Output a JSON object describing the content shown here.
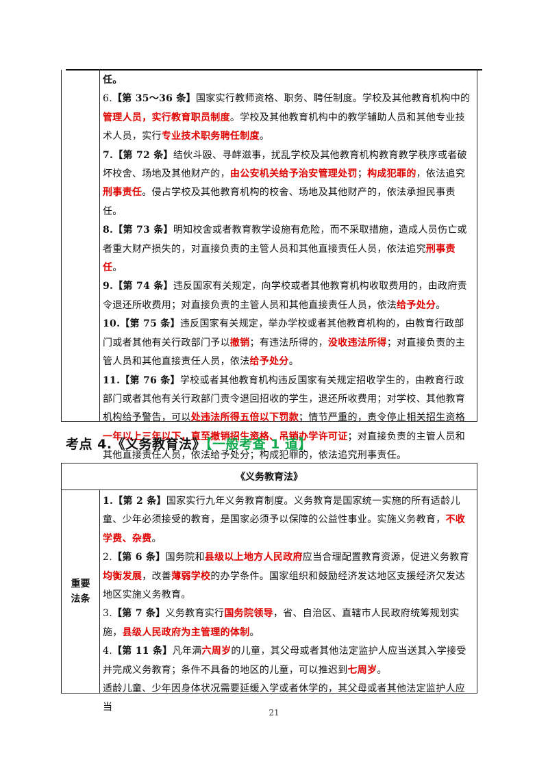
{
  "top_table": {
    "paragraphs": [
      [
        [
          "任。",
          "b"
        ]
      ],
      [
        [
          "6.",
          ""
        ],
        [
          "【第 35～36 条】",
          "b"
        ],
        [
          "国家实行教师资格、职务、聘任制度。学校及其他教育机构中的",
          ""
        ],
        [
          "管理人员，实行教育职员制度",
          "r"
        ],
        [
          "。学校及其他教育机构中的教学辅助人员和其他专业技术人员，实行",
          ""
        ],
        [
          "专业技术职务聘任制度",
          "r"
        ],
        [
          "。",
          ""
        ]
      ],
      [
        [
          "7.【第 72 条】",
          "b"
        ],
        [
          "结伙斗殴、寻衅滋事，扰乱学校及其他教育机构教育教学秩序或者破坏校舍、场地及其他财产的，",
          ""
        ],
        [
          "由公安机关给予治安管理处罚",
          "r"
        ],
        [
          "；",
          ""
        ],
        [
          "构成犯罪的",
          "r"
        ],
        [
          "，依法追究",
          ""
        ],
        [
          "刑事责任",
          "r"
        ],
        [
          "。侵占学校及其他教育机构的校舍、场地及其他财产的，依法承担民事责任。",
          ""
        ]
      ],
      [
        [
          "8.【第 73 条】",
          "b"
        ],
        [
          "明知校舍或者教育教学设施有危险，而不采取措施，造成人员伤亡或者重大财产损失的，对直接负责的主管人员和其他直接责任人员，依法追究",
          ""
        ],
        [
          "刑事责任",
          "r"
        ],
        [
          "。",
          ""
        ]
      ],
      [
        [
          "9.【第 74 条】",
          "b"
        ],
        [
          "违反国家有关规定，向学校或者其他教育机构收取费用的，由政府责令退还所收费用；对直接负责的主管人员和其他直接责任人员，依法",
          ""
        ],
        [
          "给予处分",
          "r"
        ],
        [
          "。",
          ""
        ]
      ],
      [
        [
          "10.【第 75 条】",
          "b"
        ],
        [
          "违反国家有关规定，举办学校或者其他教育机构的，由教育行政部门或者其他有关行政部门予以",
          ""
        ],
        [
          "撤销",
          "r"
        ],
        [
          "；有违法所得的，",
          ""
        ],
        [
          "没收违法所得",
          "r"
        ],
        [
          "；对直接负责的主管人员和其他直接责任人员，依法",
          ""
        ],
        [
          "给予处分",
          "r"
        ],
        [
          "。",
          ""
        ]
      ],
      [
        [
          "11.【第 76 条】",
          "b"
        ],
        [
          "学校或者其他教育机构违反国家有关规定招收学生的，由教育行政部门或者其他有关行政部门责令退回招收的学生，退还所收费用；对学校、其他教育机构给予警告，可以",
          ""
        ],
        [
          "处违法所得五倍以下罚款",
          "r"
        ],
        [
          "；情节严重的，责令停止相关招生资格",
          ""
        ],
        [
          "一年以上三年以下，直至撤销招生资格、吊销办学许可证",
          "r"
        ],
        [
          "；对直接负责的主管人员和其他直接责任人员，依法给予处分；构成犯罪的，依法追究刑事责任。",
          ""
        ]
      ]
    ]
  },
  "section": {
    "heading_prefix": "考点 4.《义务教育法》",
    "heading_tag": "【一般考查 1 道】"
  },
  "bottom_table": {
    "header": "《义务教育法》",
    "left_label_1": "重要",
    "left_label_2": "法条",
    "paragraphs": [
      [
        [
          "1.【第 2 条】",
          "b"
        ],
        [
          "国家实行九年义务教育制度。义务教育是国家统一实施的所有适龄儿童、少年必须接受的教育，是国家必须予以保障的公益性事业。实施义务教育，",
          ""
        ],
        [
          "不收学费、杂费",
          "r"
        ],
        [
          "。",
          ""
        ]
      ],
      [
        [
          "2.",
          ""
        ],
        [
          "【第 6 条】",
          "b"
        ],
        [
          "国务院和",
          ""
        ],
        [
          "县级以上地方人民政府",
          "r"
        ],
        [
          "应当合理配置教育资源，促进义务教育",
          ""
        ],
        [
          "均衡发展",
          "r"
        ],
        [
          "，改善",
          ""
        ],
        [
          "薄弱学校",
          "r"
        ],
        [
          "的办学条件。国家组织和鼓励经济发达地区支援经济欠发达地区实施义务教育。",
          ""
        ]
      ],
      [
        [
          "3.",
          ""
        ],
        [
          "【第 7 条】",
          "b"
        ],
        [
          "义务教育实行",
          ""
        ],
        [
          "国务院领导",
          "r"
        ],
        [
          "，省、自治区、直辖市人民政府统筹规划实施，",
          ""
        ],
        [
          "县级人民政府为主管理的体制",
          "r"
        ],
        [
          "。",
          ""
        ]
      ],
      [
        [
          "4.",
          ""
        ],
        [
          "【第 11 条】",
          "b"
        ],
        [
          "凡年满",
          ""
        ],
        [
          "六周岁",
          "r"
        ],
        [
          "的儿童，其父母或者其他法定监护人应当送其入学接受并完成义务教育；条件不具备的地区的儿童，可以推迟到",
          ""
        ],
        [
          "七周岁",
          "r"
        ],
        [
          "。",
          ""
        ]
      ],
      [
        [
          "适龄儿童、少年因身体状况需要延缓入学或者休学的，其父母或者其他法定监护人应当",
          ""
        ]
      ]
    ]
  },
  "footer": {
    "page_number": "21"
  }
}
